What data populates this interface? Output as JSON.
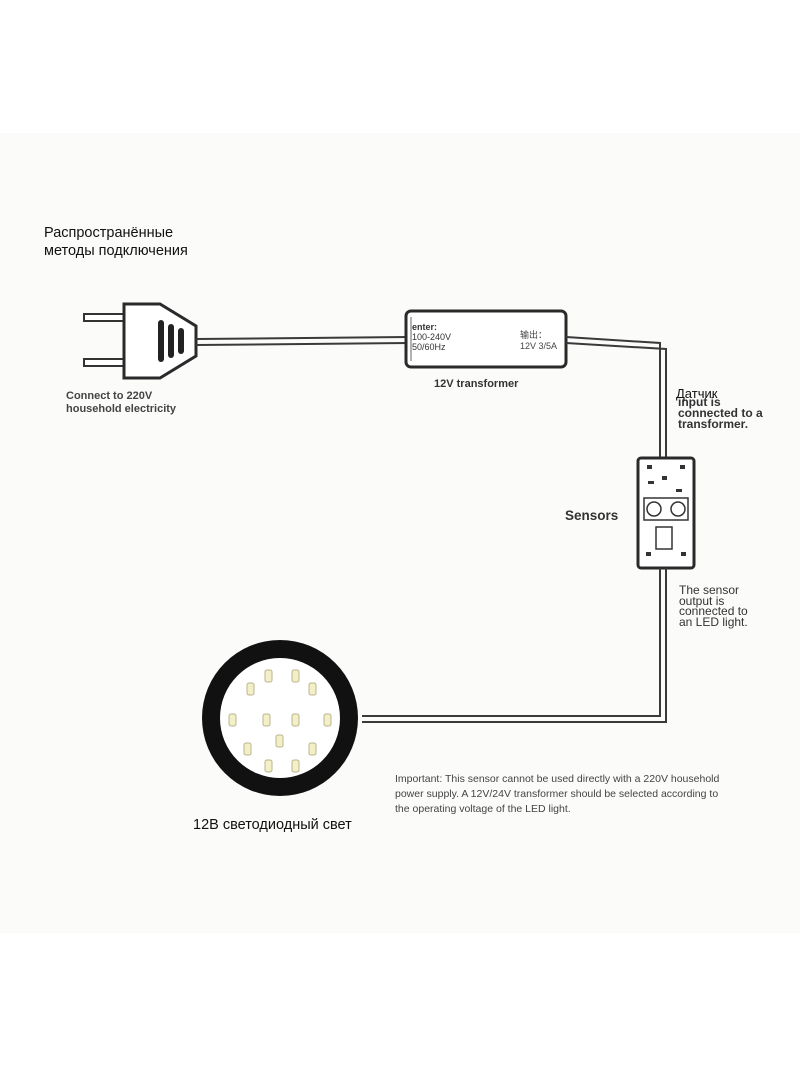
{
  "heading": "Распространённые\nметоды подключения",
  "plug": {
    "caption": "Connect to 220V\nhousehold electricity"
  },
  "transformer": {
    "input_label": "enter:",
    "input_spec": "100-240V\n50/60Hz",
    "output_label": "输出：",
    "output_spec": "12V 3/5A",
    "caption": "12V transformer"
  },
  "sensor": {
    "label": "Sensors",
    "input_note_ru": "Датчик",
    "input_note": "input is\nconnected to a\ntransformer.",
    "output_note": "The sensor\noutput is\nconnected to\nan LED light."
  },
  "important_note": "Important: This sensor cannot be used directly with a 220V household power supply. A 12V/24V transformer should be selected according to the operating voltage of the LED light.",
  "led": {
    "caption": "12В светодиодный свет"
  },
  "colors": {
    "wire": "#3a3a3a",
    "ring": "#111111",
    "led_glow": "#f3f0c8"
  }
}
